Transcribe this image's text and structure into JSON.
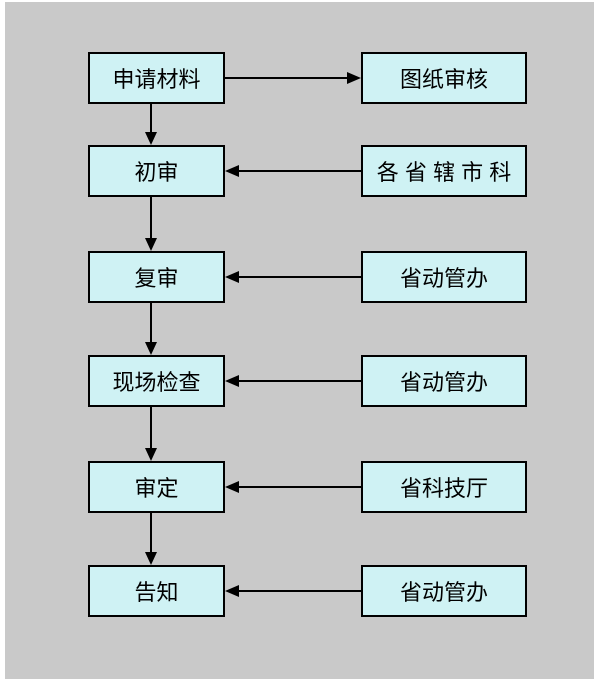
{
  "diagram": {
    "type": "flowchart",
    "colors": {
      "page_bg": "#ffffff",
      "canvas_bg": "#c9c9c9",
      "box_fill": "#cff2f4",
      "box_border": "#000000",
      "arrow": "#000000"
    },
    "rows": [
      {
        "left_label": "申请材料",
        "right_label": "图纸审核",
        "connector": "left-to-right"
      },
      {
        "left_label": "初审",
        "right_label": "各 省 辖 市 科",
        "connector": "right-to-left"
      },
      {
        "left_label": "复审",
        "right_label": "省动管办",
        "connector": "right-to-left"
      },
      {
        "left_label": "现场检查",
        "right_label": "省动管办",
        "connector": "right-to-left"
      },
      {
        "left_label": "审定",
        "right_label": "省科技厅",
        "connector": "right-to-left"
      },
      {
        "left_label": "告知",
        "right_label": "省动管办",
        "connector": "right-to-left"
      }
    ]
  }
}
